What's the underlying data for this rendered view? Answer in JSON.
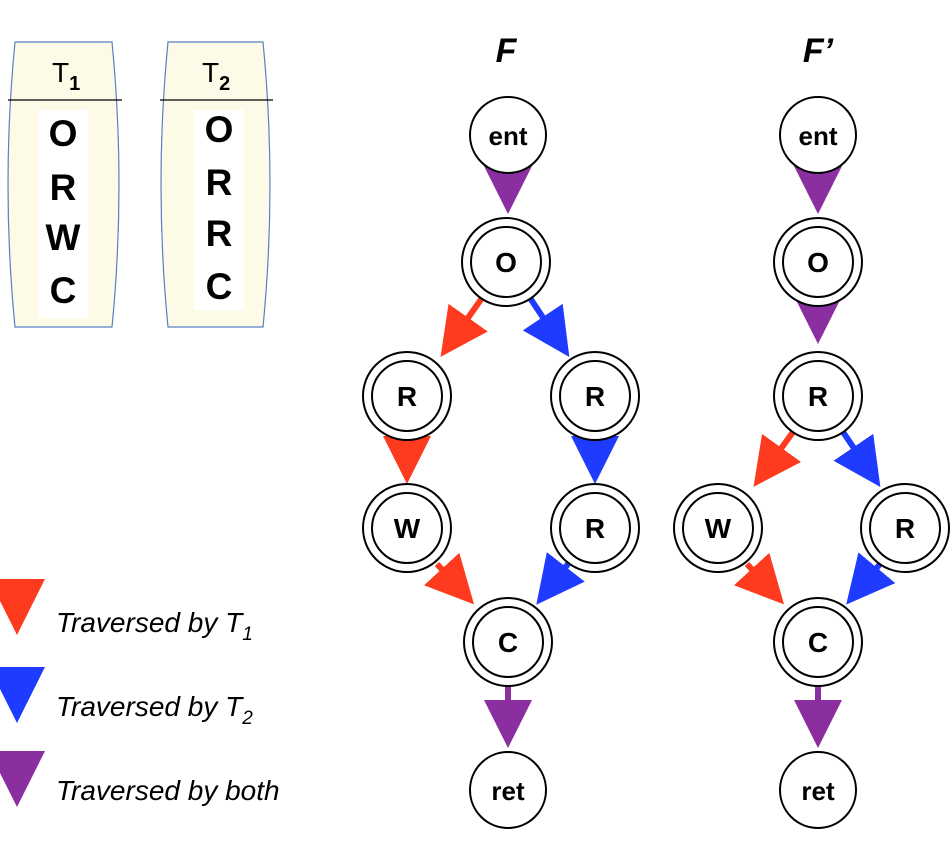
{
  "traces": [
    {
      "label": "T",
      "sub": "1",
      "ops": [
        "O",
        "R",
        "W",
        "C"
      ]
    },
    {
      "label": "T",
      "sub": "2",
      "ops": [
        "O",
        "R",
        "R",
        "C"
      ]
    }
  ],
  "graphs": [
    {
      "title": "F",
      "nodes": {
        "ent": "ent",
        "o": "O",
        "r1": "R",
        "r2": "R",
        "w": "W",
        "r3": "R",
        "c": "C",
        "ret": "ret"
      }
    },
    {
      "title": "F’",
      "nodes": {
        "ent": "ent",
        "o": "O",
        "r": "R",
        "w": "W",
        "r2": "R",
        "c": "C",
        "ret": "ret"
      }
    }
  ],
  "legend": [
    {
      "text": "Traversed by T",
      "sub": "1",
      "color": "#ff3b1f"
    },
    {
      "text": "Traversed by T",
      "sub": "2",
      "color": "#1f3bff"
    },
    {
      "text": "Traversed by both",
      "sub": "",
      "color": "#8b2fa0"
    }
  ],
  "colors": {
    "t1": "#ff3b1f",
    "t2": "#1f3bff",
    "both": "#8b2fa0",
    "trace_fill": "#fdfbe8",
    "trace_stroke": "#5a7fc0"
  }
}
